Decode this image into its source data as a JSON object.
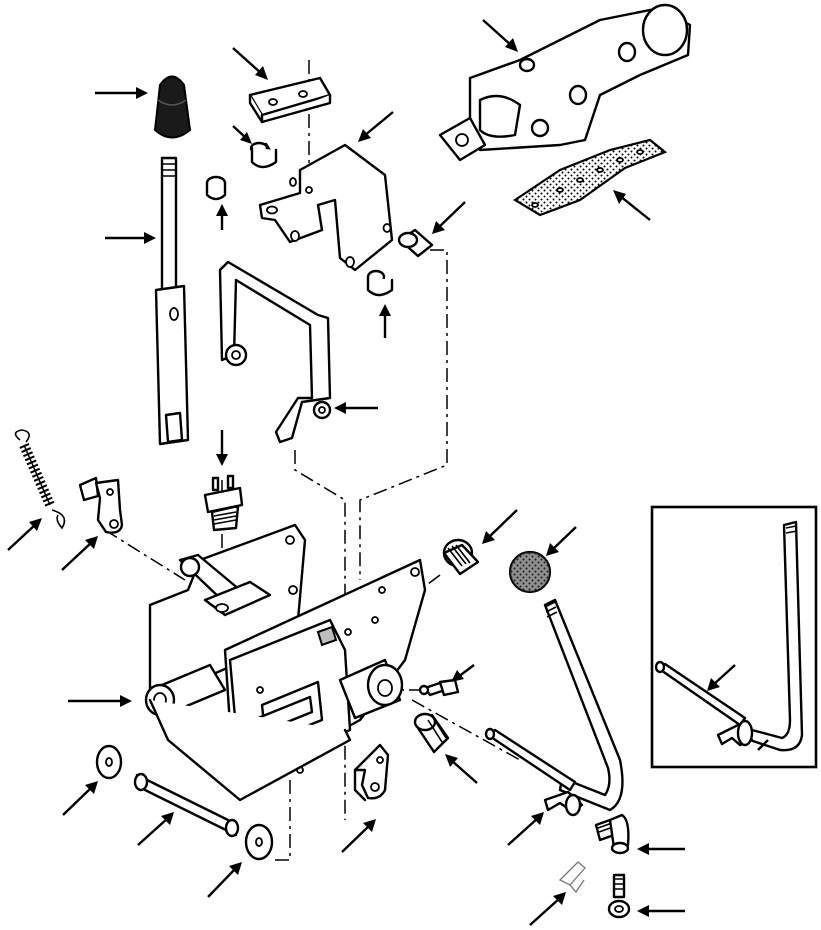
{
  "figure": {
    "colors": {
      "line": "#000000",
      "paper": "#ffffff",
      "shade": "#bdbdbd",
      "knob": "#1a1a1a"
    },
    "parts": [
      "knob",
      "shift-lever-rod",
      "pivot-plate",
      "bushing-upper-left",
      "bushing-upper-left-2",
      "bracket",
      "bushing-right",
      "bushing-right-2",
      "valve",
      "gasket",
      "yoke-link",
      "spring",
      "clevis",
      "switch",
      "frame",
      "bushing-bearing",
      "ball-knob",
      "grease-fitting",
      "bearing",
      "washer-left",
      "pin",
      "washer-bottom",
      "angle-bracket",
      "control-lever",
      "swivel-fitting",
      "cotter-pin",
      "eye-bolt",
      "inset-detail"
    ],
    "callout_count": 27
  }
}
